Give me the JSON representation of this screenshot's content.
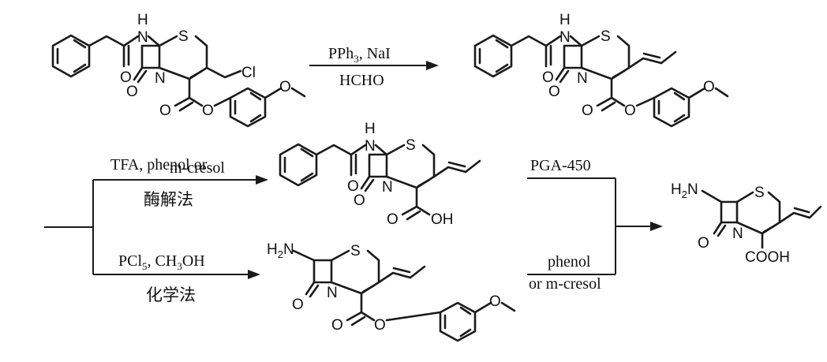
{
  "atoms": {
    "nh": "N",
    "h": "H",
    "s": "S",
    "n": "N",
    "o": "O",
    "cl": "Cl",
    "oh": "OH",
    "h2n": "H",
    "h2n_sub": "2",
    "h2n_n": "N",
    "cooh": "COOH"
  },
  "reagents": {
    "step1_top_main": "PPh",
    "step1_top_sub": "3",
    "step1_top_rest": ", NaI",
    "step1_bottom": "HCHO",
    "enz_line1": "TFA,  phenol or",
    "enz_line2": "m-cresol",
    "enz_method": "酶解法",
    "chem_main": "PCl",
    "chem_sub": "5",
    "chem_rest": ", CH",
    "chem_sub2": "3",
    "chem_rest2": "OH",
    "chem_method": "化学法",
    "pga": "PGA-450",
    "phenol": "phenol",
    "or_cresol": "or m-cresol"
  }
}
